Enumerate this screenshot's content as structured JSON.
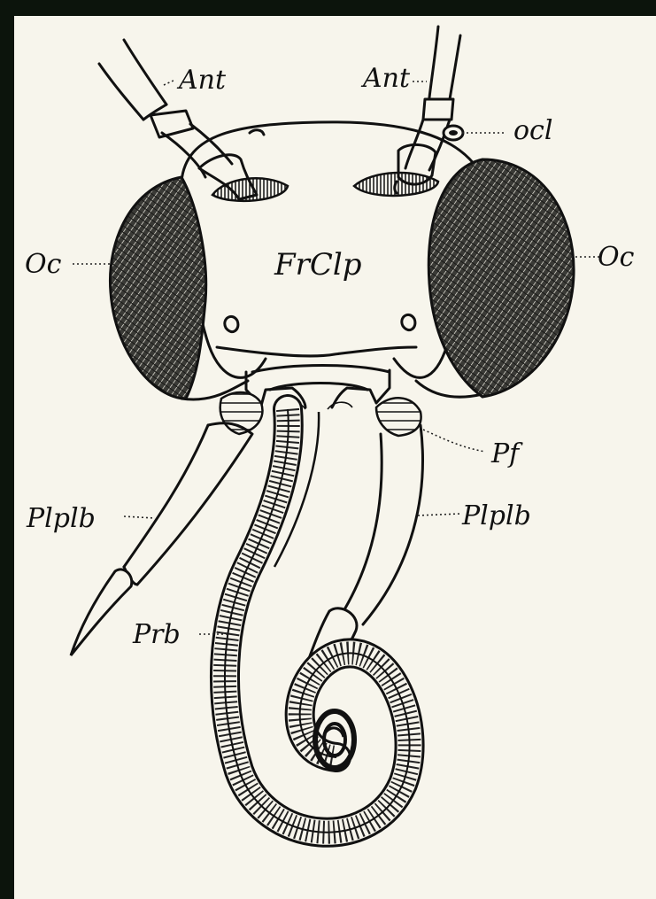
{
  "labels": {
    "ant_left": "Ant",
    "ant_right": "Ant",
    "ocl": "ocl",
    "oc_left": "Oc",
    "oc_right": "Oc",
    "frclp": "FrClp",
    "pf": "Pf",
    "plplb_left": "Plplb",
    "plplb_right": "Plplb",
    "prb": "Prb"
  },
  "colors": {
    "paper": "#f7f5ec",
    "ink": "#111111",
    "frame": "#0c140c"
  }
}
